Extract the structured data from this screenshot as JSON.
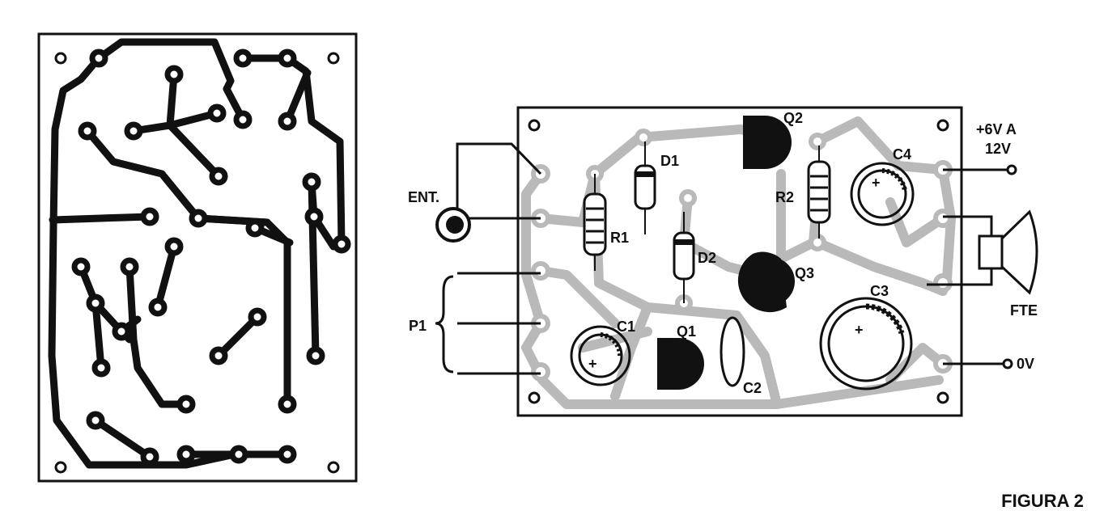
{
  "figure_label": "FIGURA 2",
  "colors": {
    "ink": "#111111",
    "copper": "#b9b9b9",
    "paper": "#ffffff"
  },
  "pcb_layout": {
    "components": {
      "q1": "Q1",
      "q2": "Q2",
      "q3": "Q3",
      "d1": "D1",
      "d2": "D2",
      "r1": "R1",
      "r2": "R2",
      "c1": "C1",
      "c2": "C2",
      "c3": "C3",
      "c4": "C4"
    },
    "terminals": {
      "input": "ENT.",
      "supply_line1": "+6V A",
      "supply_line2": "12V",
      "speaker": "FTE",
      "ground": "0V",
      "pot": "P1"
    },
    "polarity": "+"
  }
}
